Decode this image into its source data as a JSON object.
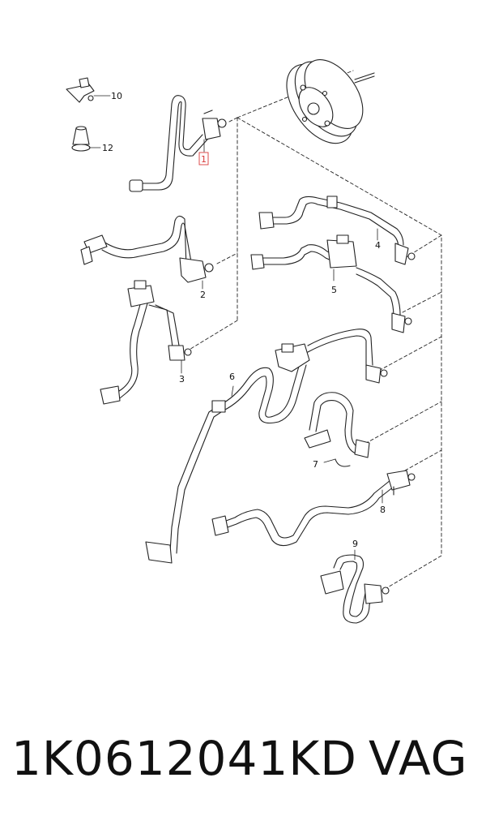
{
  "diagram": {
    "callouts": {
      "c1": "1",
      "c2": "2",
      "c3": "3",
      "c4": "4",
      "c5": "5",
      "c6": "6",
      "c7": "7",
      "c8": "8",
      "c9": "9",
      "c10": "10",
      "c12": "12"
    },
    "highlight_color": "#d93a3a"
  },
  "footer": {
    "part_number": "1K0612041KD",
    "brand": "VAG"
  }
}
